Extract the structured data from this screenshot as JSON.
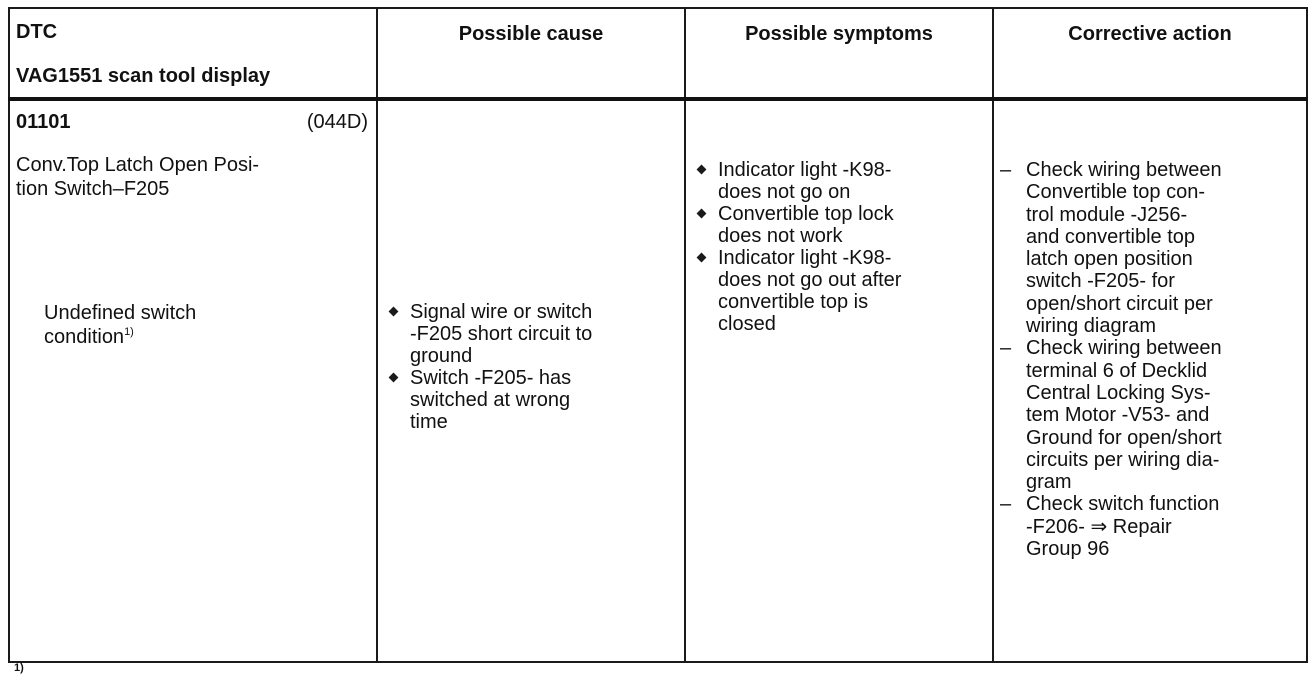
{
  "table": {
    "headers": {
      "dtc_line1": "DTC",
      "dtc_line2": "VAG1551 scan tool display",
      "cause": "Possible cause",
      "symptoms": "Possible symptoms",
      "action": "Corrective action"
    },
    "row": {
      "code": "01101",
      "hex": "(044D)",
      "name": "Conv.Top Latch Open Position Switch–F205",
      "condition": "Undefined switch condition",
      "condition_note": "1)",
      "causes": [
        "Signal wire or switch -F205 short circuit to ground",
        "Switch -F205- has switched at wrong time"
      ],
      "symptoms": [
        "Indicator light -K98- does not go on",
        "Convertible top lock does not work",
        "Indicator light -K98- does not go out after convertible top is closed"
      ],
      "actions": [
        "Check wiring between Convertible top control module -J256- and convertible top latch open position switch -F205- for open/short circuit per wiring diagram",
        "Check wiring between terminal 6 of Decklid Central Locking System Motor -V53- and Ground for open/short circuits per wiring diagram",
        "Check switch function -F206- ⇒ Repair Group 96"
      ]
    }
  },
  "footnote_mark": "1)",
  "symbols": {
    "bullet": "diamond-bullet-icon",
    "dash": "–"
  }
}
